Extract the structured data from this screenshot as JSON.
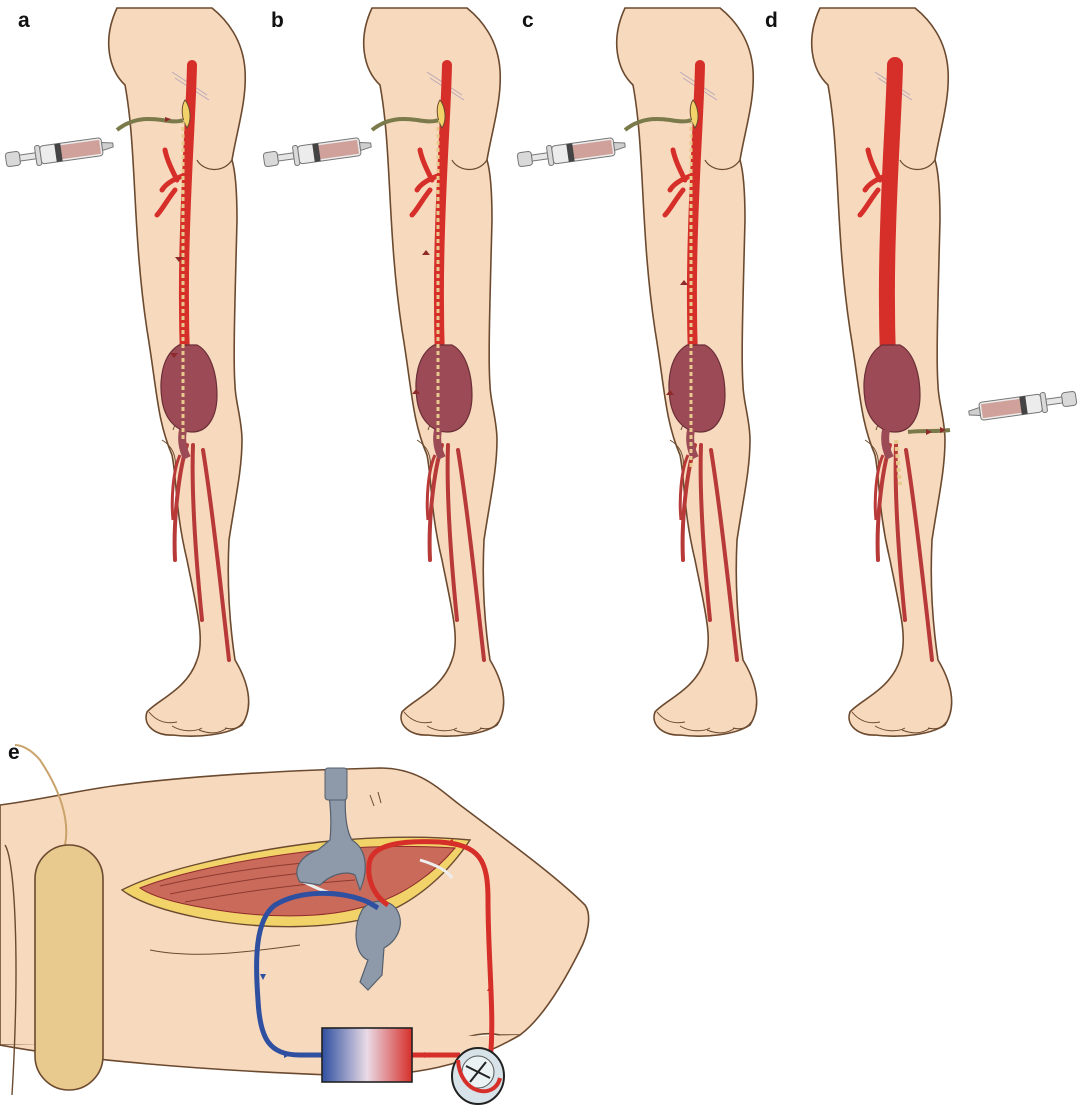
{
  "panels": [
    {
      "id": "a",
      "label": "a"
    },
    {
      "id": "b",
      "label": "b"
    },
    {
      "id": "c",
      "label": "c"
    },
    {
      "id": "d",
      "label": "d"
    },
    {
      "id": "e",
      "label": "e"
    }
  ],
  "colors": {
    "skin": "#f7d9bd",
    "skin_outline": "#6b4a2f",
    "artery": "#d62f2a",
    "artery_dark": "#8e2a2a",
    "aneurysm": "#9c4a55",
    "catheter": "#7b7a4a",
    "syringe_body": "#d9d9d9",
    "syringe_fill": "#c98f86",
    "venous": "#2f4fa0",
    "clamp": "#8e99aa",
    "tourniquet": "#e8c98e",
    "muscle": "#c96a5a",
    "fat": "#f1d36a"
  },
  "icons": [
    "syringe-icon",
    "clamp-icon",
    "pump-icon",
    "oxygenator-icon",
    "tourniquet-icon"
  ]
}
